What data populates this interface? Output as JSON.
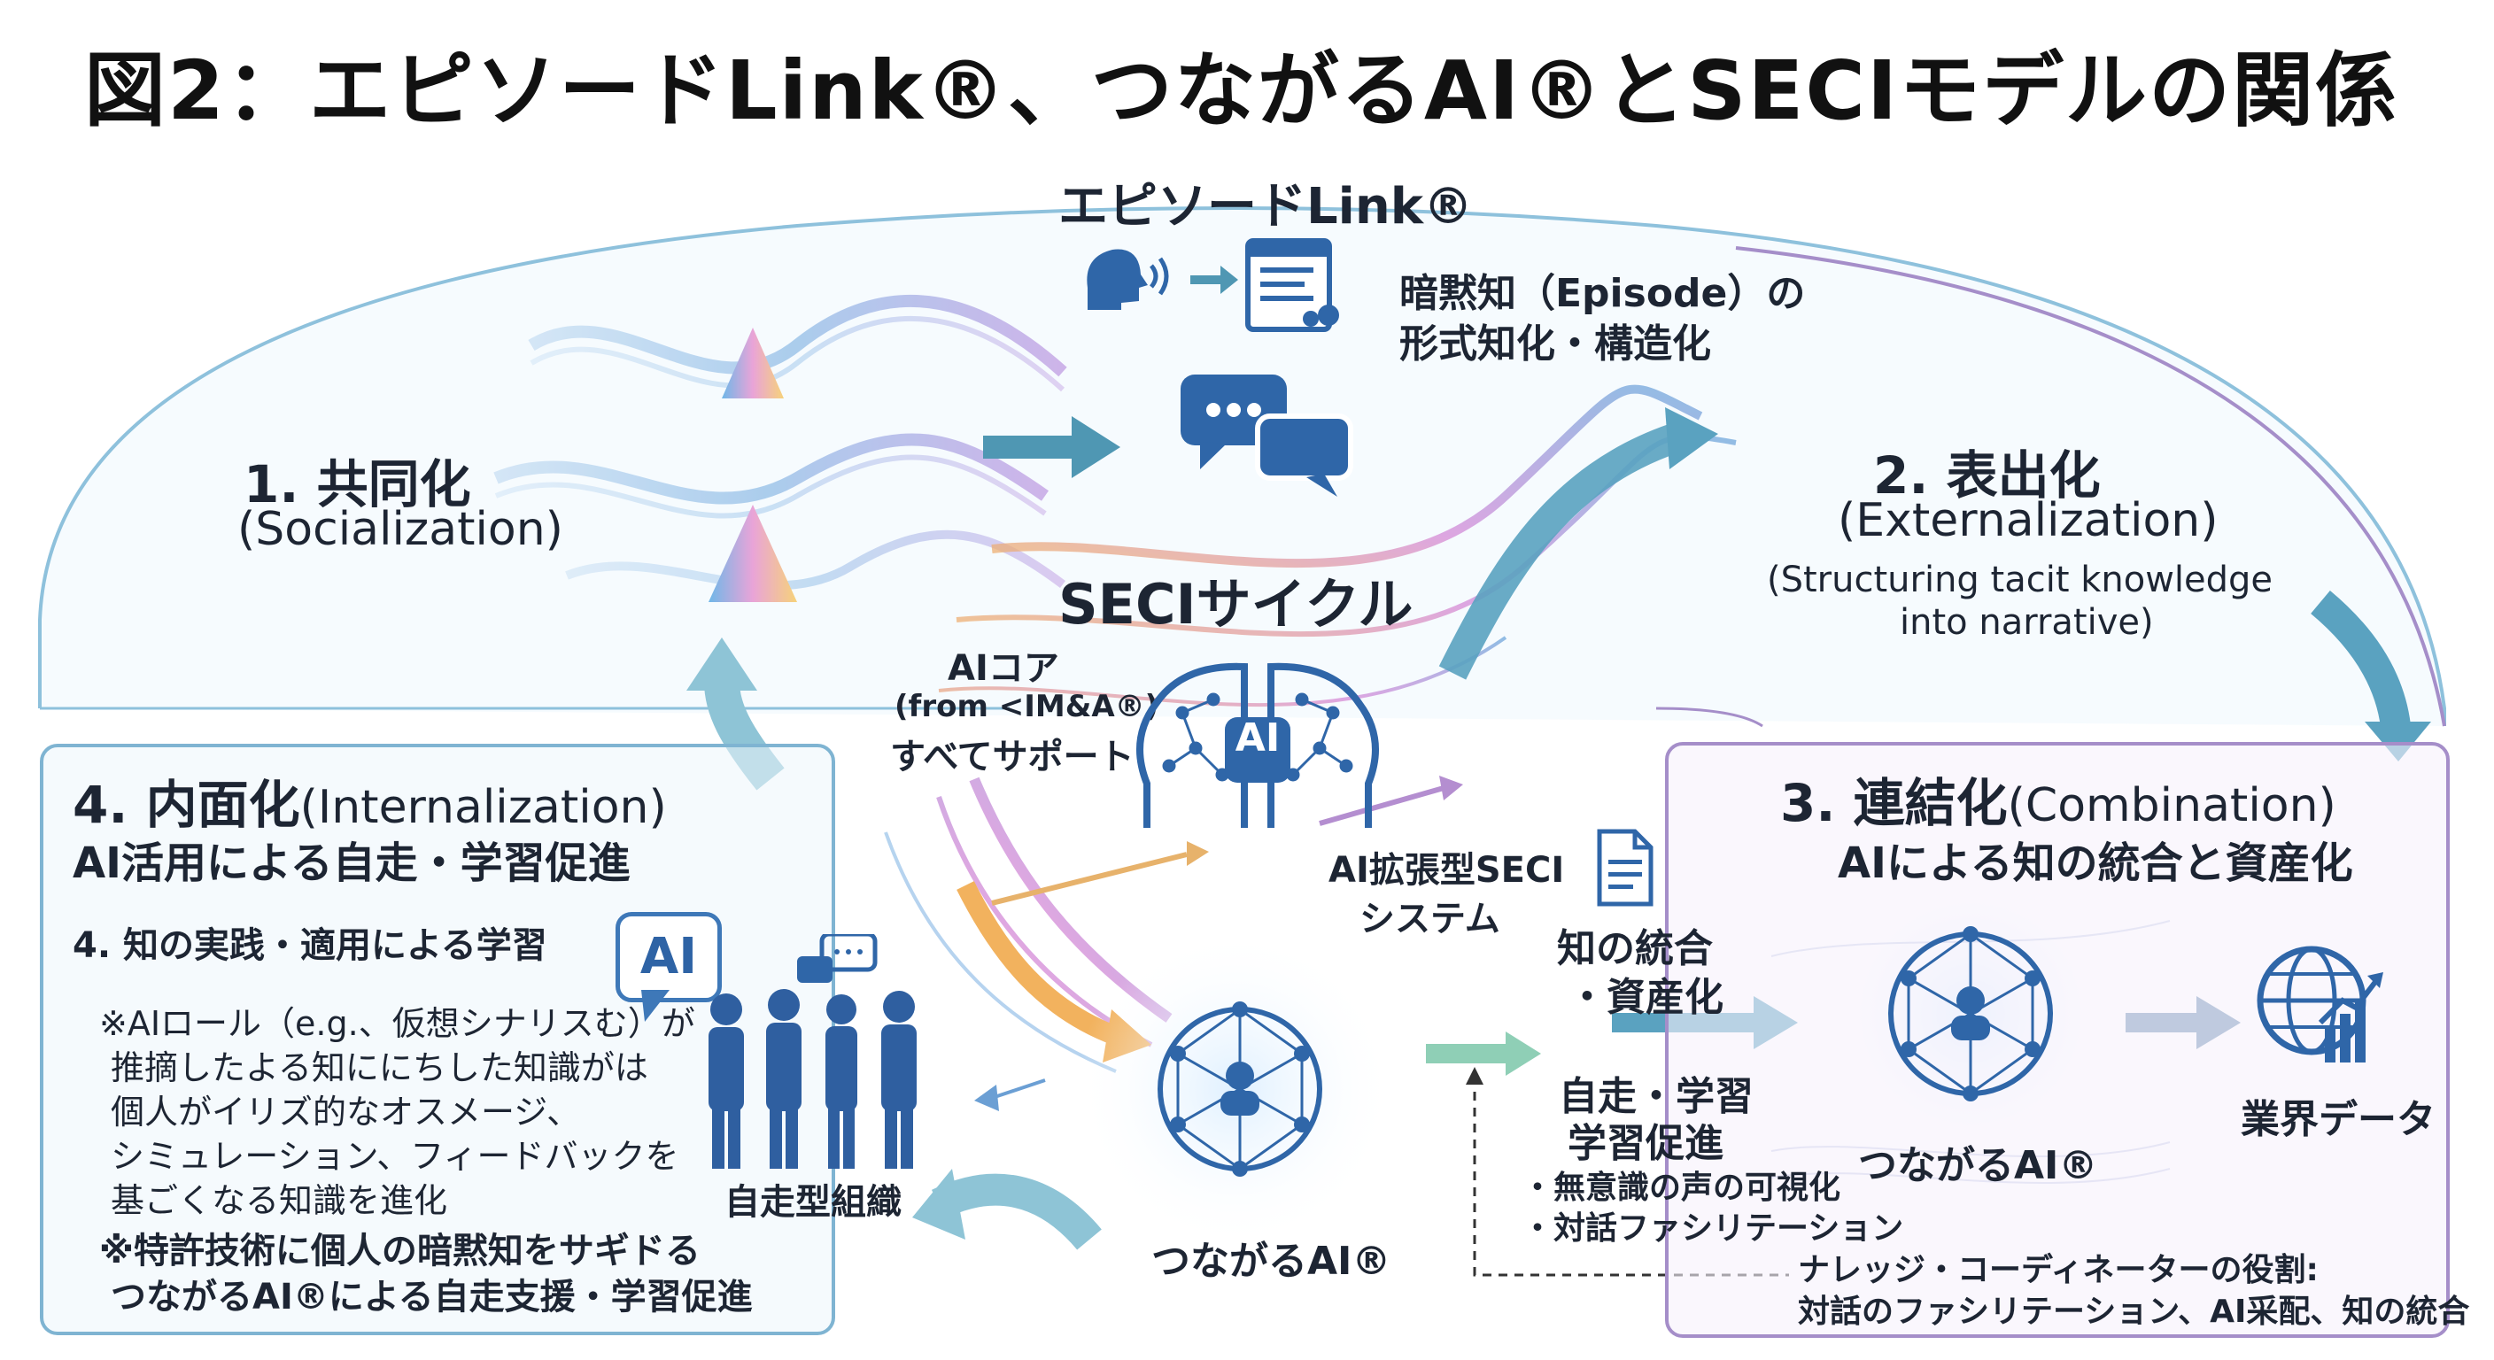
{
  "title": "図2：エピソードLink®、つながるAI®とSECIモデルの関係",
  "top": {
    "episode_link": "エピソードLink®",
    "tacit_line1": "暗黙知（Episode）の",
    "tacit_line2": "形式知化・構造化"
  },
  "seci_cycle": "SECIサイクル",
  "ai_core": {
    "line1": "AIコア",
    "line2": "(from <IM&A®)",
    "line3": "すべてサポート",
    "badge": "AI"
  },
  "stage1": {
    "title": "1. 共同化",
    "subtitle": "(Socialization)"
  },
  "stage2": {
    "title": "2. 表出化",
    "subtitle": "(Externalization)",
    "desc1": "(Structuring tacit knowledge",
    "desc2": "into narrative)"
  },
  "stage3": {
    "title": "3. 連結化",
    "title_en": "(Combination)",
    "subtitle": "AIによる知の統合と資産化",
    "integration1": "知の統合",
    "integration2": "・資産化",
    "self_learn1": "自走・学習",
    "self_learn2": "学習促進",
    "bullet1": "・無意識の声の可視化",
    "bullet2": "・対話ファシリテーション",
    "tsunagaru": "つながるAI®",
    "industry": "業界データ",
    "coordinator1": "ナレッジ・コーディネーターの役割:",
    "coordinator2": "対話のファシリテーション、AI采配、知の統合"
  },
  "stage4": {
    "title": "4. 内面化",
    "title_en": "(Internalization)",
    "subtitle": "AI活用による自走・学習促進",
    "practice": "4. 知の実践・適用による学習",
    "ai_badge": "AI",
    "note1": "※AIロール（e.g.、仮想シナリスむ）が",
    "note2": "推摘したよる知ににちした知識がは",
    "note3": "個人がイリズ的なオスメージ、",
    "note4": "シミュレーション、フィードバックを",
    "note5": "基ごくなる知識を進化",
    "patent1": "※特許技術に個人の暗黙知をサギドる",
    "patent2": "つながるAI®による自走支援・学習促進",
    "org": "自走型組織"
  },
  "center": {
    "ai_extended1": "AI拡張型SECI",
    "ai_extended2": "システム",
    "tsunagaru": "つながるAI®"
  },
  "colors": {
    "blue_line": "#7fb4d2",
    "purple_line": "#a58ec9",
    "arrow_teal": "#4f97b3",
    "icon_blue": "#2f66a8"
  }
}
